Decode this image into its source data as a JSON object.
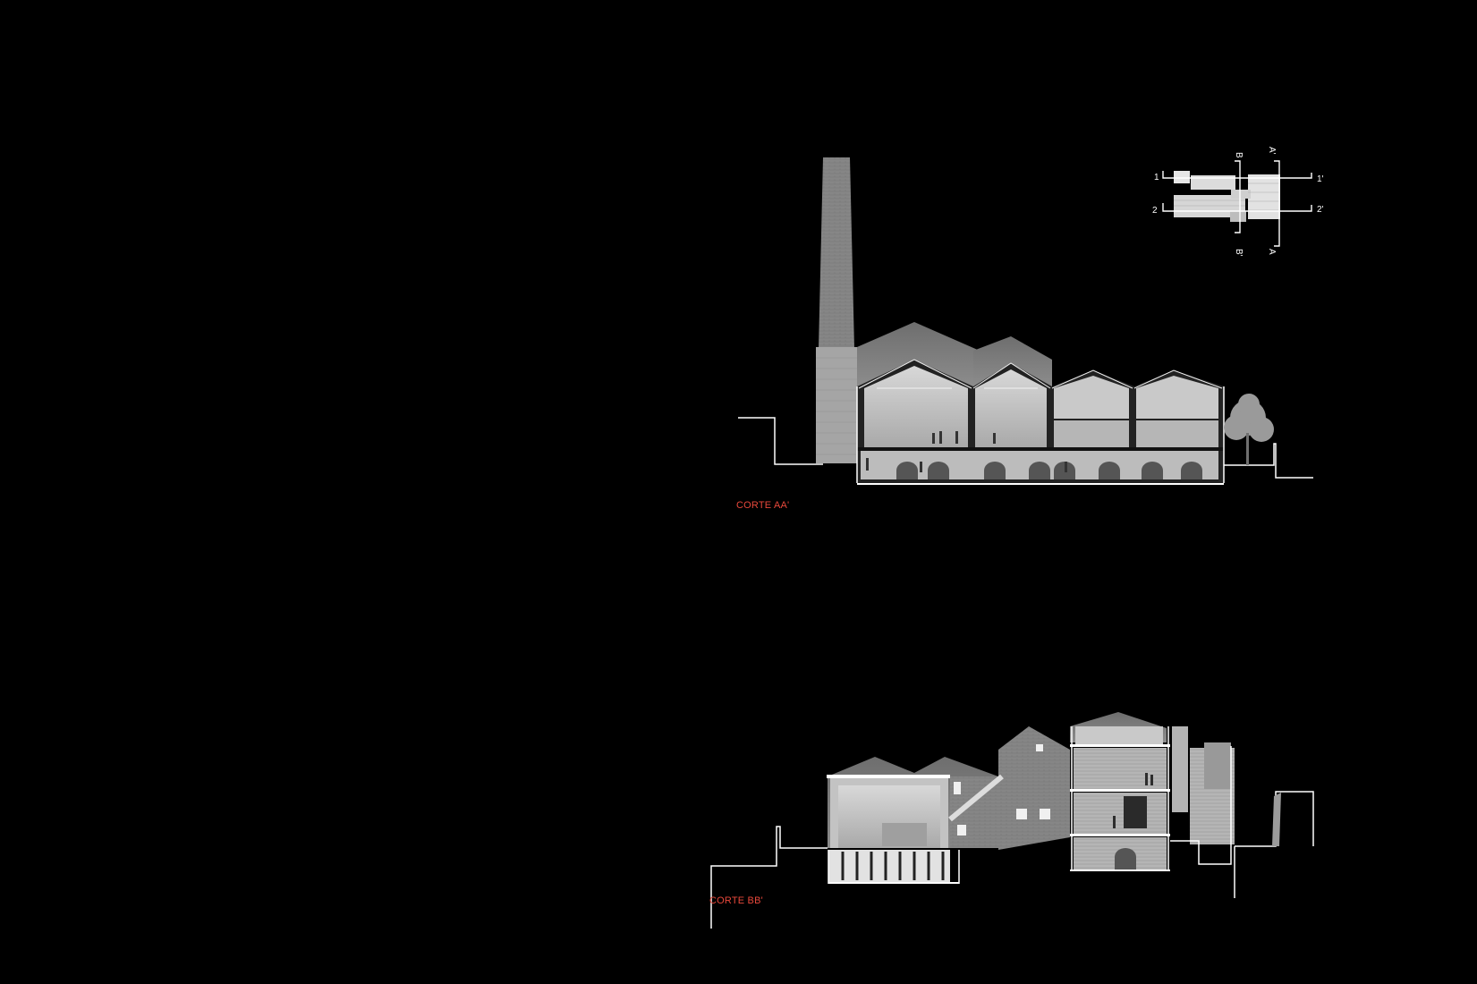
{
  "colors": {
    "background": "#000000",
    "line": "#ffffff",
    "label_accent": "#e8483b",
    "roof": "#7c7c7c",
    "interior": "#bdbdbd",
    "chimney": "#8a8a8a"
  },
  "sections": {
    "aa": {
      "label": "CORTE AA'"
    },
    "bb": {
      "label": "CORTE BB'"
    }
  },
  "key_plan": {
    "markers": {
      "one": "1",
      "one_prime": "1'",
      "two": "2",
      "two_prime": "2'",
      "a": "A",
      "a_prime": "A'",
      "b": "B",
      "b_prime": "B'"
    }
  }
}
